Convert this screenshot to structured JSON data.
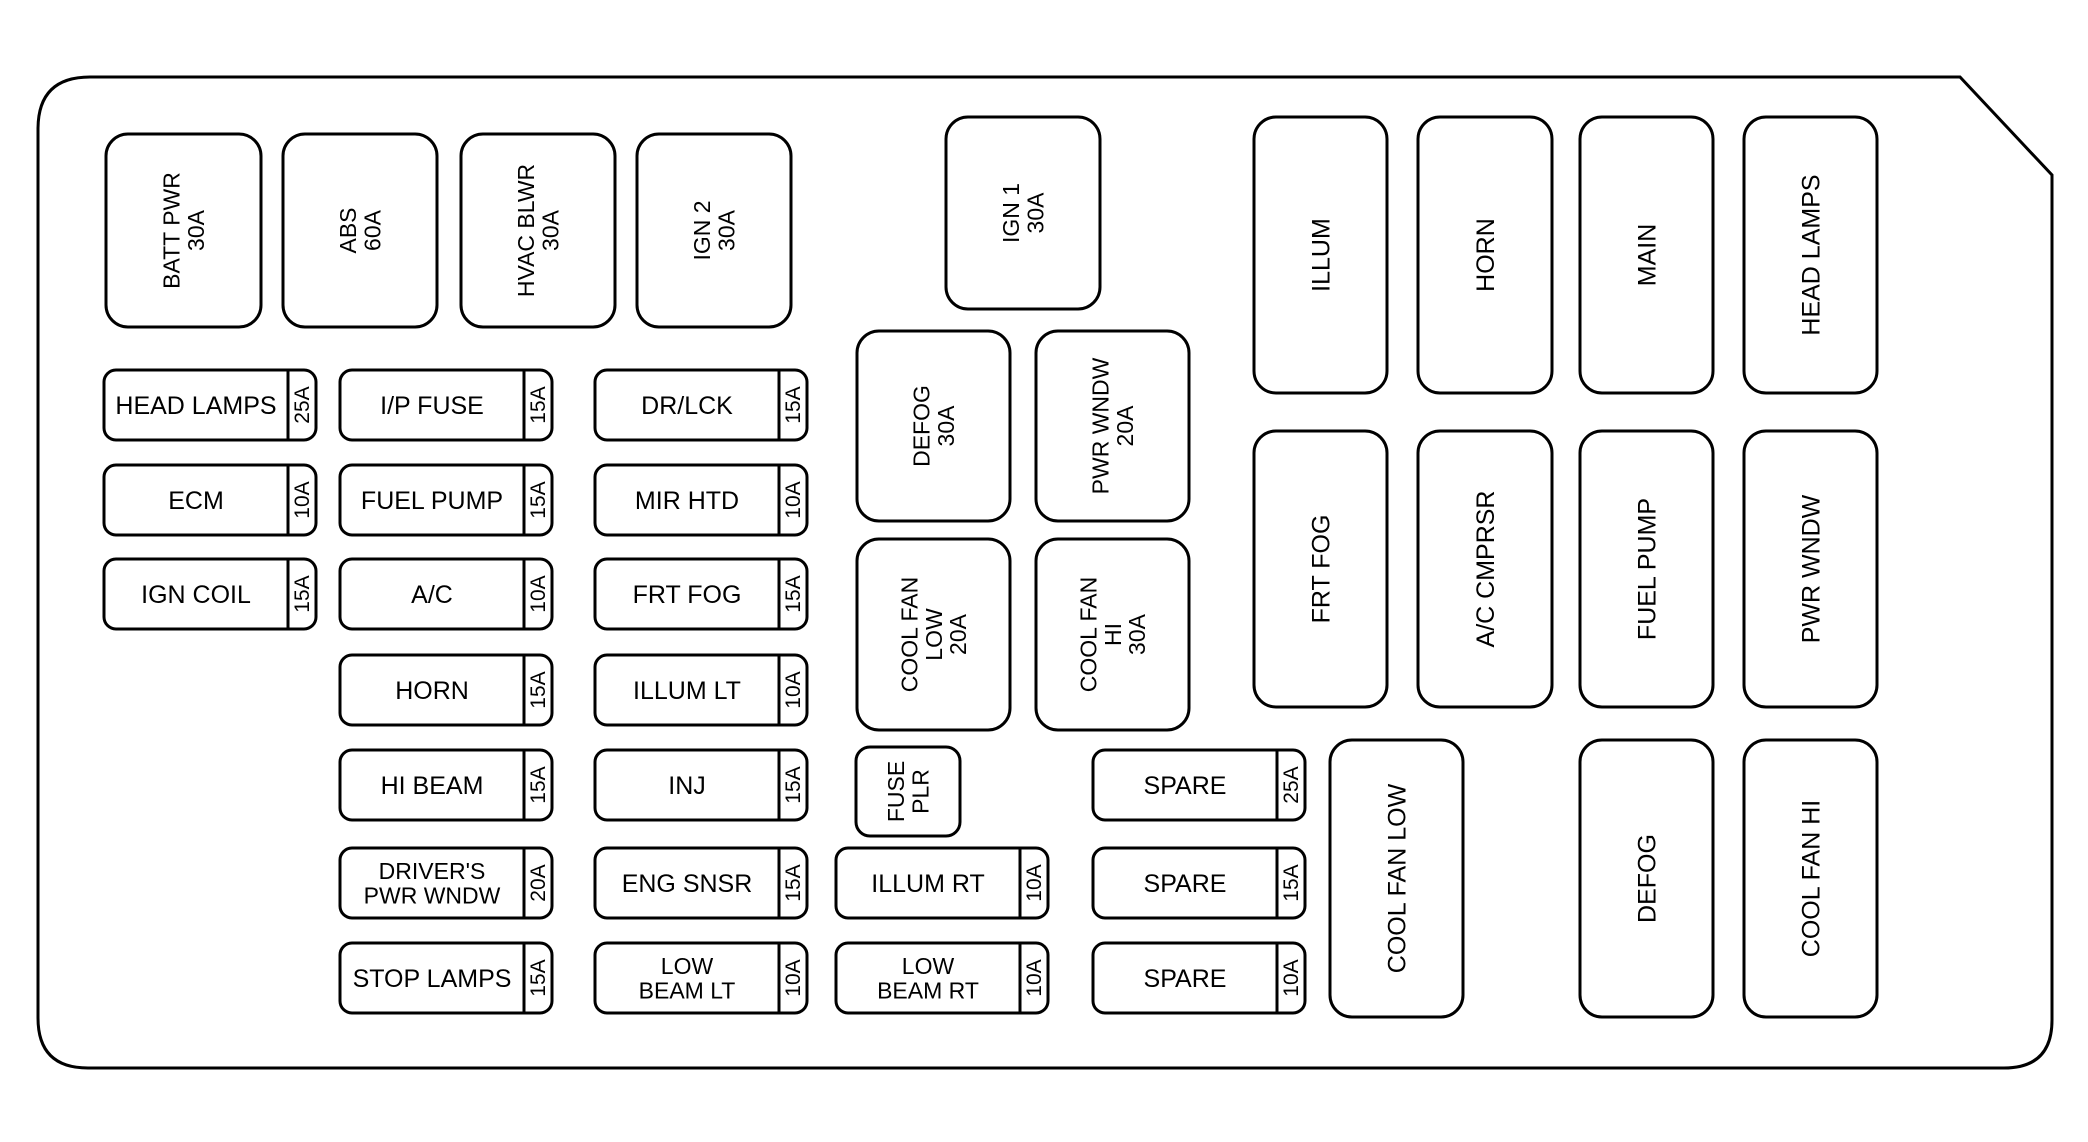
{
  "maxi_fuses": [
    {
      "id": "batt-pwr",
      "lines": [
        "BATT PWR",
        "30A"
      ]
    },
    {
      "id": "abs",
      "lines": [
        "ABS",
        "60A"
      ]
    },
    {
      "id": "hvac-blwr",
      "lines": [
        "HVAC BLWR",
        "30A"
      ]
    },
    {
      "id": "ign2",
      "lines": [
        "IGN 2",
        "30A"
      ]
    },
    {
      "id": "ign1",
      "lines": [
        "IGN 1",
        "30A"
      ]
    }
  ],
  "mid_fuses": [
    {
      "id": "defog-fuse",
      "lines": [
        "DEFOG",
        "30A"
      ]
    },
    {
      "id": "pwr-wndw-fuse",
      "lines": [
        "PWR WNDW",
        "20A"
      ]
    },
    {
      "id": "cool-fan-low-fuse",
      "lines": [
        "COOL FAN",
        "LOW",
        "20A"
      ]
    },
    {
      "id": "cool-fan-hi-fuse",
      "lines": [
        "COOL FAN",
        "HI",
        "30A"
      ]
    }
  ],
  "fuse_puller": {
    "lines": [
      "FUSE",
      "PLR"
    ]
  },
  "mini_fuses": [
    {
      "id": "head-lamps",
      "lines": [
        "HEAD LAMPS"
      ],
      "rating": "25A"
    },
    {
      "id": "ecm",
      "lines": [
        "ECM"
      ],
      "rating": "10A"
    },
    {
      "id": "ign-coil",
      "lines": [
        "IGN COIL"
      ],
      "rating": "15A"
    },
    {
      "id": "ip-fuse",
      "lines": [
        "I/P FUSE"
      ],
      "rating": "15A"
    },
    {
      "id": "fuel-pump",
      "lines": [
        "FUEL PUMP"
      ],
      "rating": "15A"
    },
    {
      "id": "ac",
      "lines": [
        "A/C"
      ],
      "rating": "10A"
    },
    {
      "id": "horn",
      "lines": [
        "HORN"
      ],
      "rating": "15A"
    },
    {
      "id": "hi-beam",
      "lines": [
        "HI BEAM"
      ],
      "rating": "15A"
    },
    {
      "id": "drivers-pwr-wndw",
      "lines": [
        "DRIVER'S",
        "PWR WNDW"
      ],
      "rating": "20A"
    },
    {
      "id": "stop-lamps",
      "lines": [
        "STOP LAMPS"
      ],
      "rating": "15A"
    },
    {
      "id": "dr-lck",
      "lines": [
        "DR/LCK"
      ],
      "rating": "15A"
    },
    {
      "id": "mir-htd",
      "lines": [
        "MIR HTD"
      ],
      "rating": "10A"
    },
    {
      "id": "frt-fog",
      "lines": [
        "FRT FOG"
      ],
      "rating": "15A"
    },
    {
      "id": "illum-lt",
      "lines": [
        "ILLUM LT"
      ],
      "rating": "10A"
    },
    {
      "id": "inj",
      "lines": [
        "INJ"
      ],
      "rating": "15A"
    },
    {
      "id": "eng-snsr",
      "lines": [
        "ENG SNSR"
      ],
      "rating": "15A"
    },
    {
      "id": "low-beam-lt",
      "lines": [
        "LOW",
        "BEAM LT"
      ],
      "rating": "10A"
    },
    {
      "id": "illum-rt",
      "lines": [
        "ILLUM RT"
      ],
      "rating": "10A"
    },
    {
      "id": "low-beam-rt",
      "lines": [
        "LOW",
        "BEAM RT"
      ],
      "rating": "10A"
    },
    {
      "id": "spare-25",
      "lines": [
        "SPARE"
      ],
      "rating": "25A"
    },
    {
      "id": "spare-15",
      "lines": [
        "SPARE"
      ],
      "rating": "15A"
    },
    {
      "id": "spare-10",
      "lines": [
        "SPARE"
      ],
      "rating": "10A"
    }
  ],
  "relays": [
    {
      "id": "illum-relay",
      "label": "ILLUM"
    },
    {
      "id": "horn-relay",
      "label": "HORN"
    },
    {
      "id": "main-relay",
      "label": "MAIN"
    },
    {
      "id": "head-lamps-relay",
      "label": "HEAD LAMPS"
    },
    {
      "id": "frt-fog-relay",
      "label": "FRT FOG"
    },
    {
      "id": "ac-cmprsr-relay",
      "label": "A/C CMPRSR"
    },
    {
      "id": "fuel-pump-relay",
      "label": "FUEL PUMP"
    },
    {
      "id": "pwr-wndw-relay",
      "label": "PWR WNDW"
    },
    {
      "id": "cool-fan-low-relay",
      "label": "COOL FAN LOW"
    },
    {
      "id": "defog-relay",
      "label": "DEFOG"
    },
    {
      "id": "cool-fan-hi-relay",
      "label": "COOL FAN HI"
    }
  ]
}
